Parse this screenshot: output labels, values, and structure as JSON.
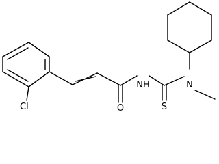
{
  "structure": {
    "atom_labels": {
      "chlorine": "Cl",
      "amide_nh": "NH",
      "amide_oxygen": "O",
      "thione_sulfur": "S",
      "amine_nitrogen": "N"
    }
  },
  "colors": {
    "bond": "#000000",
    "text": "#000000",
    "background": "#ffffff"
  }
}
